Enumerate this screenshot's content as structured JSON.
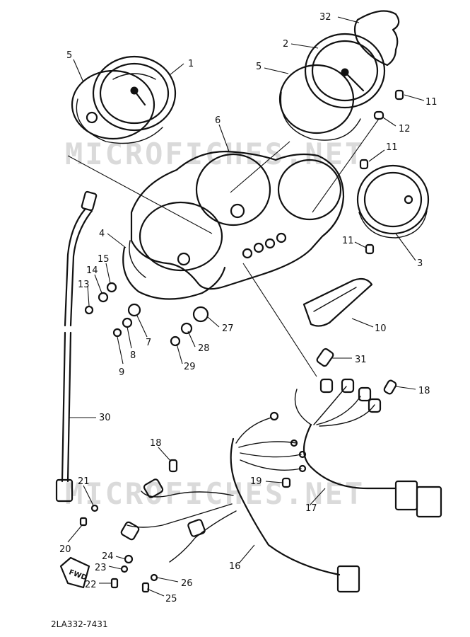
{
  "watermarks": [
    "MICROFICHES.NET",
    "MICROFICHES.NET"
  ],
  "fwd_label": "FWD",
  "drawing_code": "2LA332-7431",
  "callouts": [
    "1",
    "2",
    "3",
    "4",
    "5",
    "5",
    "6",
    "7",
    "8",
    "9",
    "10",
    "11",
    "11",
    "11",
    "12",
    "13",
    "14",
    "15",
    "16",
    "17",
    "18",
    "18",
    "19",
    "20",
    "21",
    "22",
    "23",
    "24",
    "25",
    "26",
    "27",
    "28",
    "29",
    "30",
    "31",
    "32"
  ]
}
